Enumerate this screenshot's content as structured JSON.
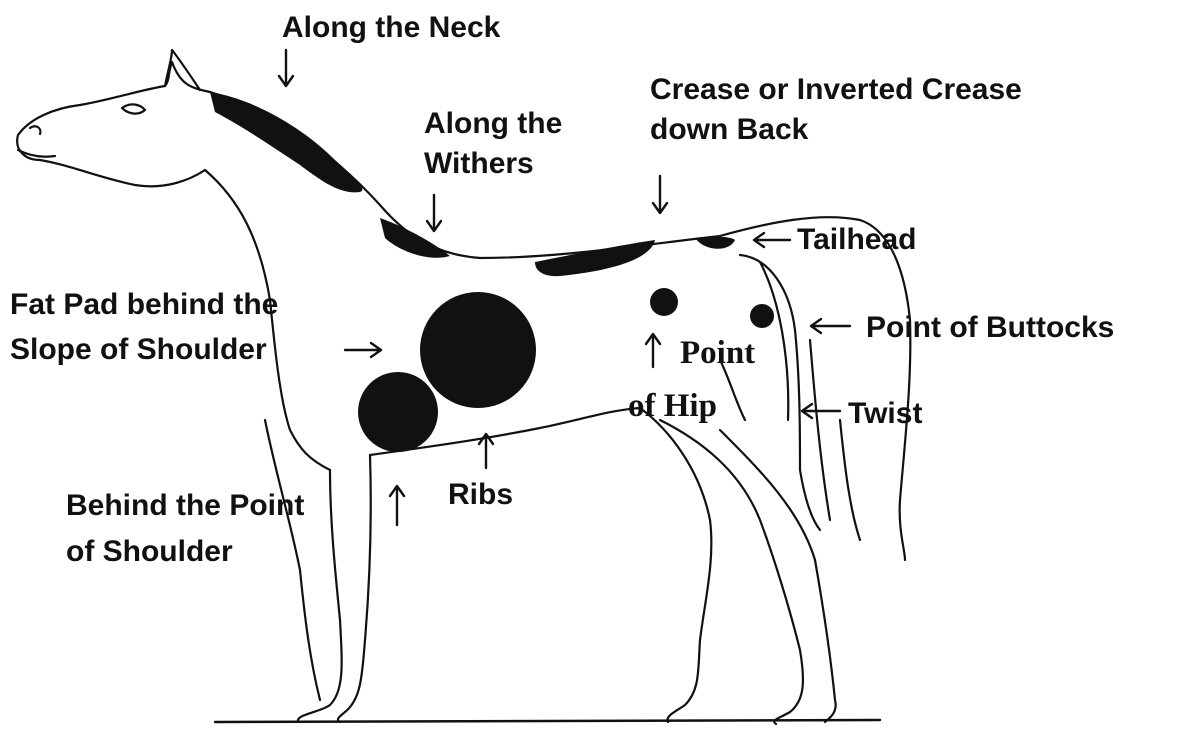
{
  "labels": {
    "along_neck": "Along the Neck",
    "along_withers_1": "Along the",
    "along_withers_2": "Withers",
    "crease_1": "Crease or Inverted Crease",
    "crease_2": "down Back",
    "tailhead": "Tailhead",
    "fat_pad_1": "Fat Pad behind the",
    "fat_pad_2": "Slope of Shoulder",
    "point_of_buttocks": "Point of Buttocks",
    "point_of_hip_1": "Point",
    "point_of_hip_2": "of Hip",
    "twist": "Twist",
    "ribs": "Ribs",
    "behind_point_1": "Behind the Point",
    "behind_point_2": "of Shoulder"
  },
  "colors": {
    "ink": "#111111",
    "fat_deposit": "#111111",
    "background": "#ffffff"
  }
}
